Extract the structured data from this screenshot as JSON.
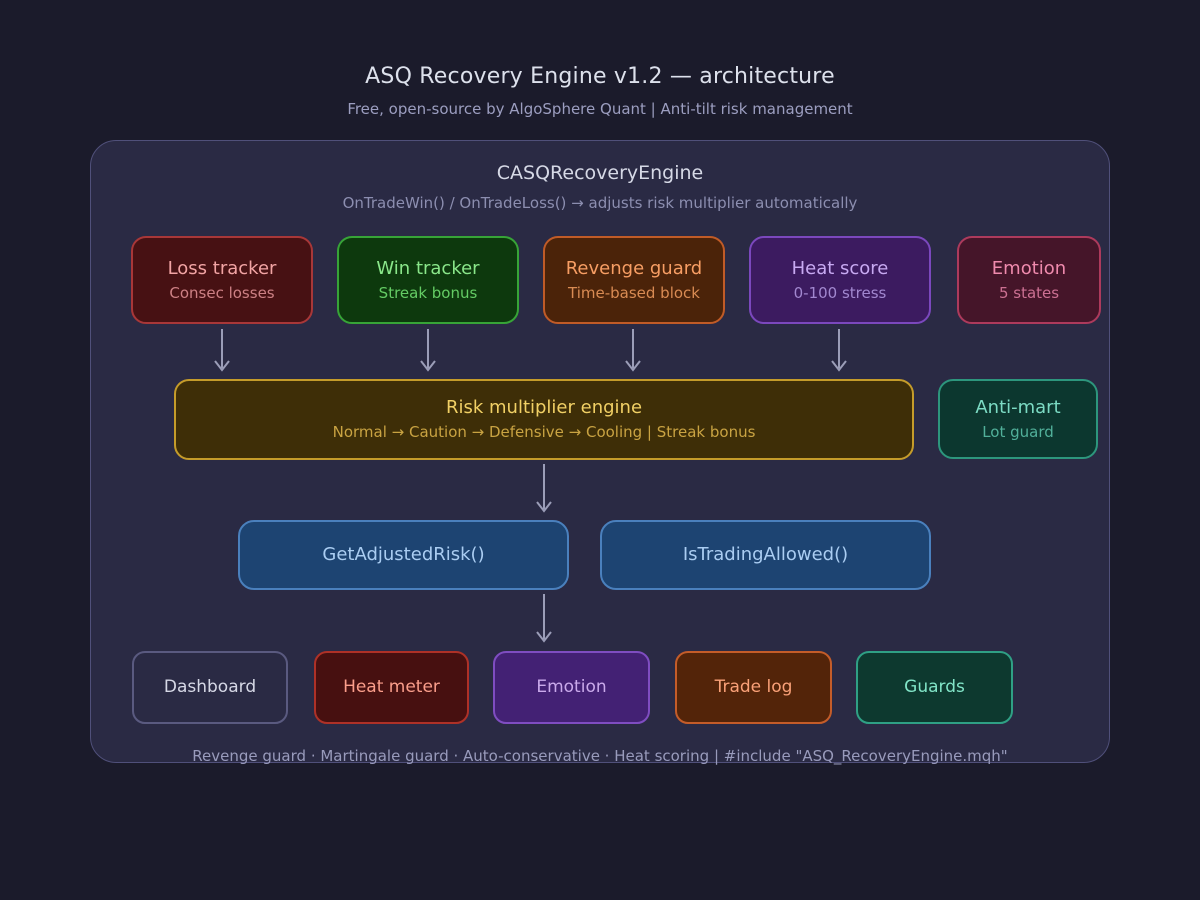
{
  "page": {
    "title": "ASQ Recovery Engine v1.2 — architecture",
    "subtitle": "Free, open-source by AlgoSphere Quant | Anti-tilt risk management"
  },
  "engine": {
    "title": "CASQRecoveryEngine",
    "subtitle": "OnTradeWin() / OnTradeLoss() → adjusts risk multiplier automatically",
    "footer": "Revenge guard · Martingale guard · Auto-conservative · Heat scoring | #include \"ASQ_RecoveryEngine.mqh\""
  },
  "trackers": [
    {
      "title": "Loss tracker",
      "subtitle": "Consec losses",
      "colors": {
        "bg": "#471113",
        "border": "#a83738",
        "title": "#f2a4a4",
        "sub": "#cd8084"
      }
    },
    {
      "title": "Win tracker",
      "subtitle": "Streak bonus",
      "colors": {
        "bg": "#0d390d",
        "border": "#37a437",
        "title": "#8ae78a",
        "sub": "#64cc64"
      }
    },
    {
      "title": "Revenge guard",
      "subtitle": "Time-based block",
      "colors": {
        "bg": "#4b2309",
        "border": "#c05b27",
        "title": "#f79e64",
        "sub": "#d98b53"
      }
    },
    {
      "title": "Heat score",
      "subtitle": "0-100 stress",
      "colors": {
        "bg": "#3c1b60",
        "border": "#7b48bd",
        "title": "#c8aaf2",
        "sub": "#a288d0"
      }
    },
    {
      "title": "Emotion",
      "subtitle": "5 states",
      "colors": {
        "bg": "#451529",
        "border": "#ad3a5c",
        "title": "#ef8aad",
        "sub": "#cc7092"
      }
    }
  ],
  "risk_engine": {
    "title": "Risk multiplier engine",
    "subtitle": "Normal → Caution → Defensive → Cooling | Streak bonus",
    "colors": {
      "bg": "#3e2e07",
      "border": "#c59c2a",
      "title": "#f1d065",
      "sub": "#c9a342"
    }
  },
  "anti_mart": {
    "title": "Anti-mart",
    "subtitle": "Lot guard",
    "colors": {
      "bg": "#0c372f",
      "border": "#2d967d",
      "title": "#7cdbc4",
      "sub": "#51b09a"
    }
  },
  "api": [
    {
      "label": "GetAdjustedRisk()",
      "colors": {
        "bg": "#1d4472",
        "border": "#4a80bd",
        "title": "#aacdf2"
      }
    },
    {
      "label": "IsTradingAllowed()",
      "colors": {
        "bg": "#1d4472",
        "border": "#4a80bd",
        "title": "#aacdf2"
      }
    }
  ],
  "outputs": [
    {
      "label": "Dashboard",
      "colors": {
        "bg": "transparent",
        "border": "#5a5a80",
        "title": "#d6d8e6"
      }
    },
    {
      "label": "Heat meter",
      "colors": {
        "bg": "#471010",
        "border": "#ae3127",
        "title": "#fb9e8b"
      }
    },
    {
      "label": "Emotion",
      "colors": {
        "bg": "#432174",
        "border": "#7f4dc1",
        "title": "#caaaeb"
      }
    },
    {
      "label": "Trade log",
      "colors": {
        "bg": "#532409",
        "border": "#c45c29",
        "title": "#faa178"
      }
    },
    {
      "label": "Guards",
      "colors": {
        "bg": "#0d392f",
        "border": "#2fa085",
        "title": "#81e4c7"
      }
    }
  ],
  "theme": {
    "page_bg": "#1b1b2b",
    "page_title": "#dde1ec",
    "page_sub": "#9c9ec0",
    "panel_bg": "#2a2a44",
    "panel_border": "#50507a",
    "panel_title": "#d6d9e6",
    "panel_sub": "#8c8eb0",
    "footer": "#999bbc",
    "arrow": "#9b9db8"
  }
}
